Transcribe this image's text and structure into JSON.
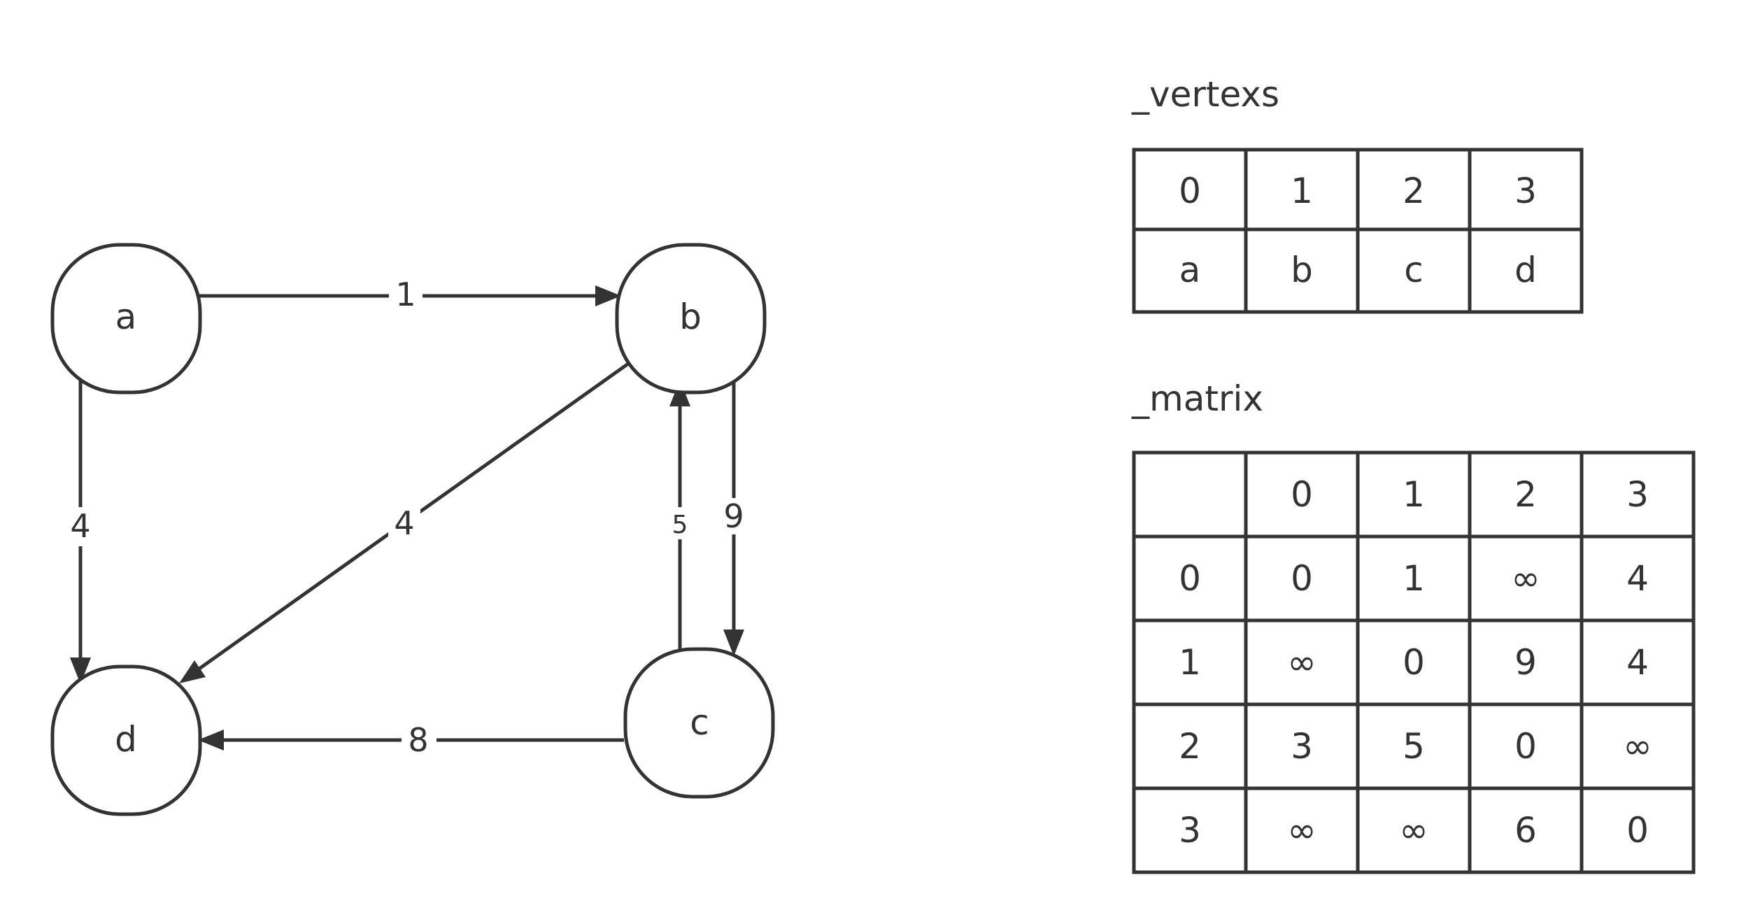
{
  "graph": {
    "nodes": [
      {
        "id": "a",
        "label": "a"
      },
      {
        "id": "b",
        "label": "b"
      },
      {
        "id": "c",
        "label": "c"
      },
      {
        "id": "d",
        "label": "d"
      }
    ],
    "edges": [
      {
        "from": "a",
        "to": "b",
        "weight": "1"
      },
      {
        "from": "a",
        "to": "d",
        "weight": "4"
      },
      {
        "from": "b",
        "to": "d",
        "weight": "4"
      },
      {
        "from": "b",
        "to": "c",
        "weight": "9"
      },
      {
        "from": "c",
        "to": "b",
        "weight": "5"
      },
      {
        "from": "c",
        "to": "d",
        "weight": "8"
      }
    ]
  },
  "vertexs": {
    "title": "_vertexs",
    "indices": [
      "0",
      "1",
      "2",
      "3"
    ],
    "values": [
      "a",
      "b",
      "c",
      "d"
    ]
  },
  "matrix": {
    "title": "_matrix",
    "col_headers": [
      "0",
      "1",
      "2",
      "3"
    ],
    "row_headers": [
      "0",
      "1",
      "2",
      "3"
    ],
    "cells": [
      [
        "0",
        "1",
        "∞",
        "4"
      ],
      [
        "∞",
        "0",
        "9",
        "4"
      ],
      [
        "3",
        "5",
        "0",
        "∞"
      ],
      [
        "∞",
        "∞",
        "6",
        "0"
      ]
    ]
  }
}
